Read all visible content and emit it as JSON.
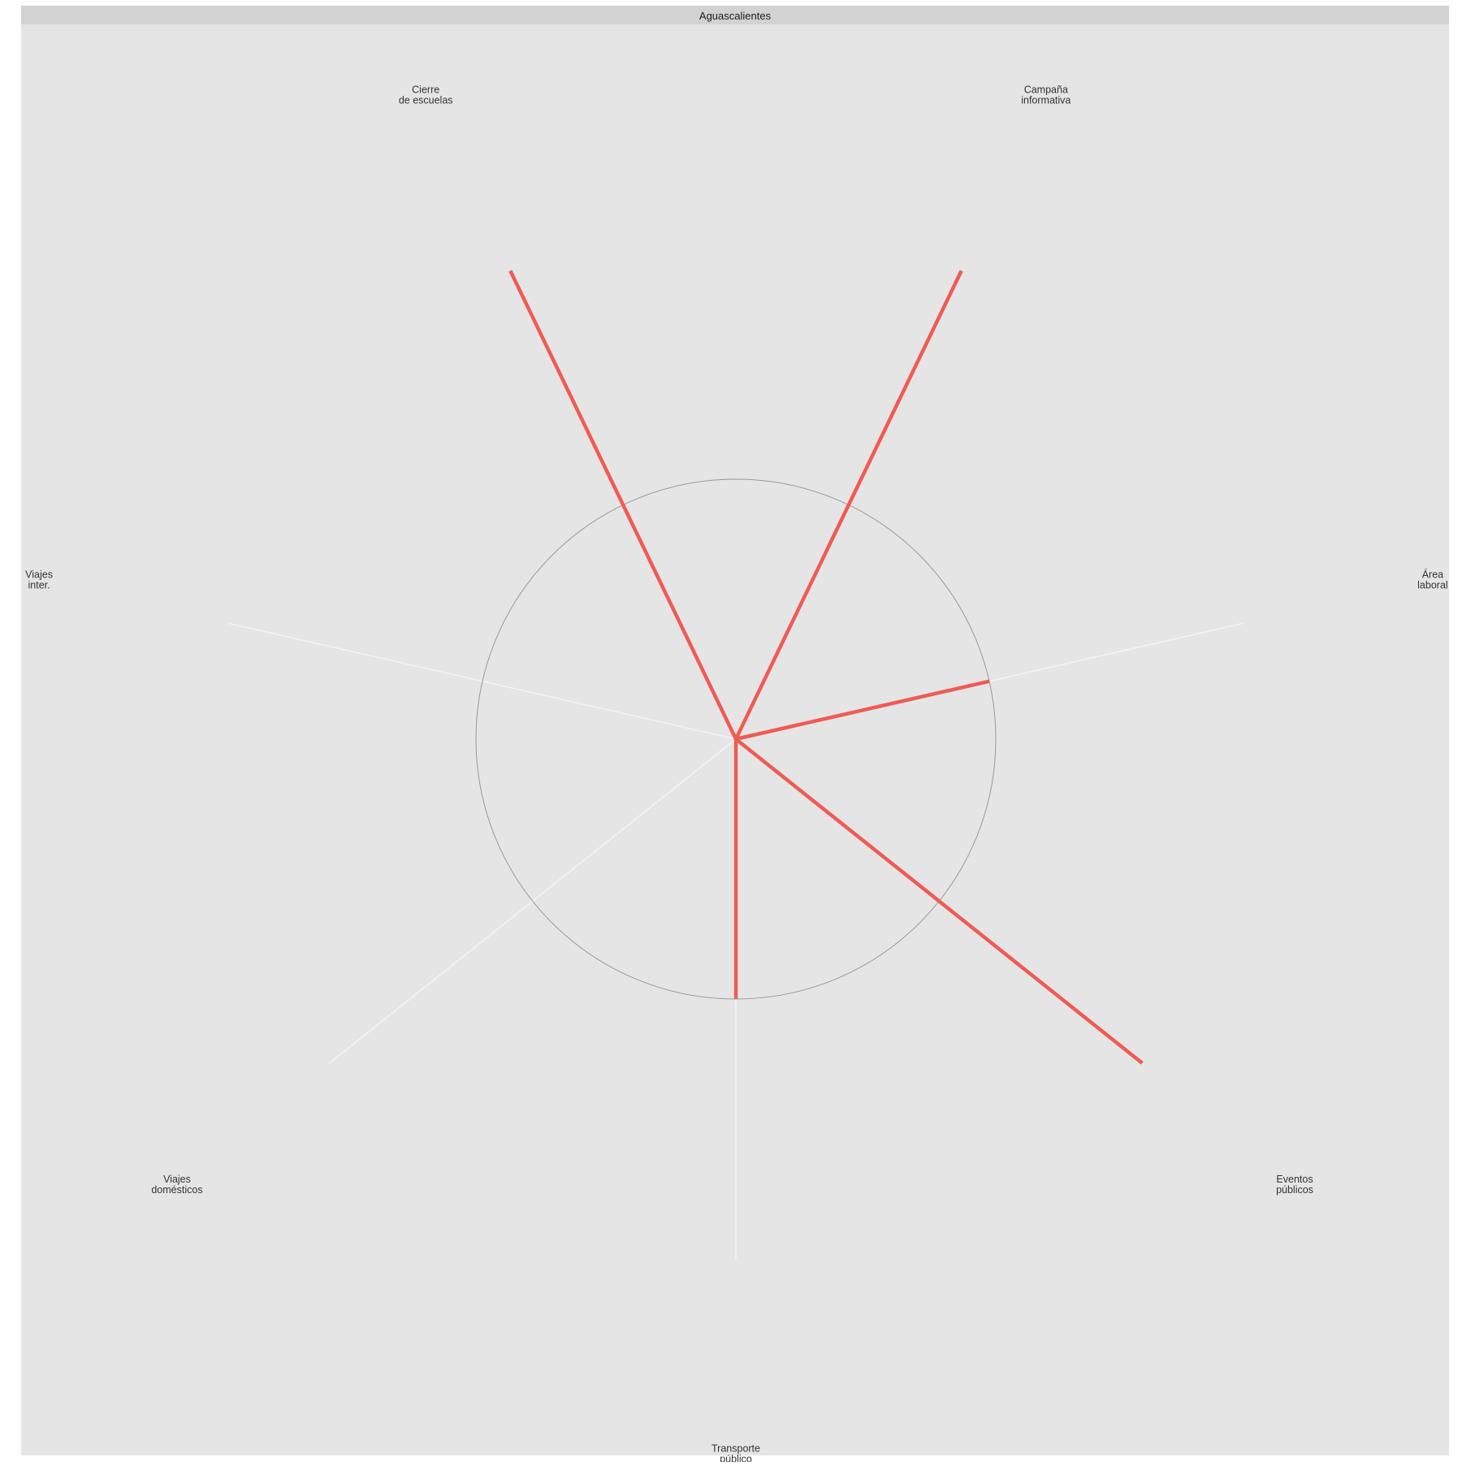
{
  "chart_data": {
    "type": "radar",
    "panel_title": "Aguascalientes",
    "axes": [
      {
        "label": [
          "Campaña",
          "informativa"
        ],
        "value": 1
      },
      {
        "label": [
          "Área",
          "laboral"
        ],
        "value": 0.5
      },
      {
        "label": [
          "Eventos",
          "públicos"
        ],
        "value": 1
      },
      {
        "label": [
          "Transporte",
          "público"
        ],
        "value": 0.5
      },
      {
        "label": [
          "Viajes",
          "domésticos"
        ],
        "value": 0
      },
      {
        "label": [
          "Viajes",
          "inter."
        ],
        "value": 0
      },
      {
        "label": [
          "Cierre",
          "de escuelas"
        ],
        "value": 1
      }
    ],
    "range": [
      0,
      1
    ],
    "reference_circle_value": 0.5,
    "grid": true,
    "colors": {
      "value_line": "#ef5b55",
      "spoke": "#f4f4f4",
      "reference_circle": "#999999",
      "panel_background": "#e5e5e5",
      "strip_background": "#d2d2d2"
    }
  }
}
